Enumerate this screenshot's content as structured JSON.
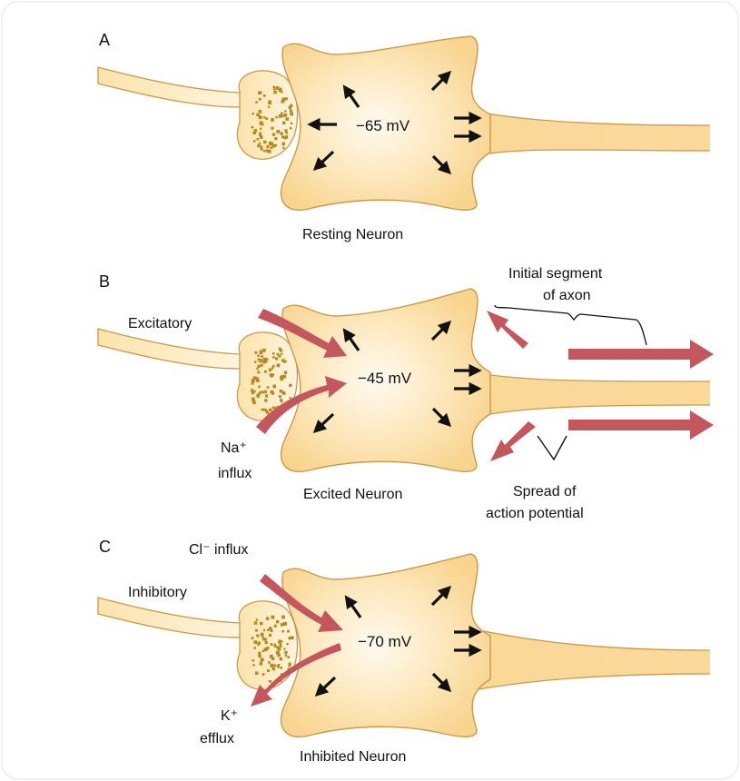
{
  "panels": [
    {
      "letter": "A",
      "voltage": "−65 mV",
      "caption": "Resting Neuron"
    },
    {
      "letter": "B",
      "voltage": "−45 mV",
      "caption": "Excited Neuron",
      "synapse_label": "Excitatory",
      "ion_label_line1": "Na⁺",
      "ion_label_line2": "influx",
      "axon_label_line1": "Initial segment",
      "axon_label_line2": "of axon",
      "spread_label_line1": "Spread of",
      "spread_label_line2": "action potential"
    },
    {
      "letter": "C",
      "voltage": "−70 mV",
      "caption": "Inhibited Neuron",
      "synapse_label": "Inhibitory",
      "ion_in_label": "Cl⁻ influx",
      "ion_out_line1": "K⁺",
      "ion_out_line2": "efflux"
    }
  ],
  "colors": {
    "cell_fill": "#fbd99a",
    "cell_center": "#fff8ea",
    "cell_outline": "#c99a48",
    "vesicle": "#b48a1e",
    "ion_arrow": "#c4565e",
    "small_arrow": "#111111"
  }
}
